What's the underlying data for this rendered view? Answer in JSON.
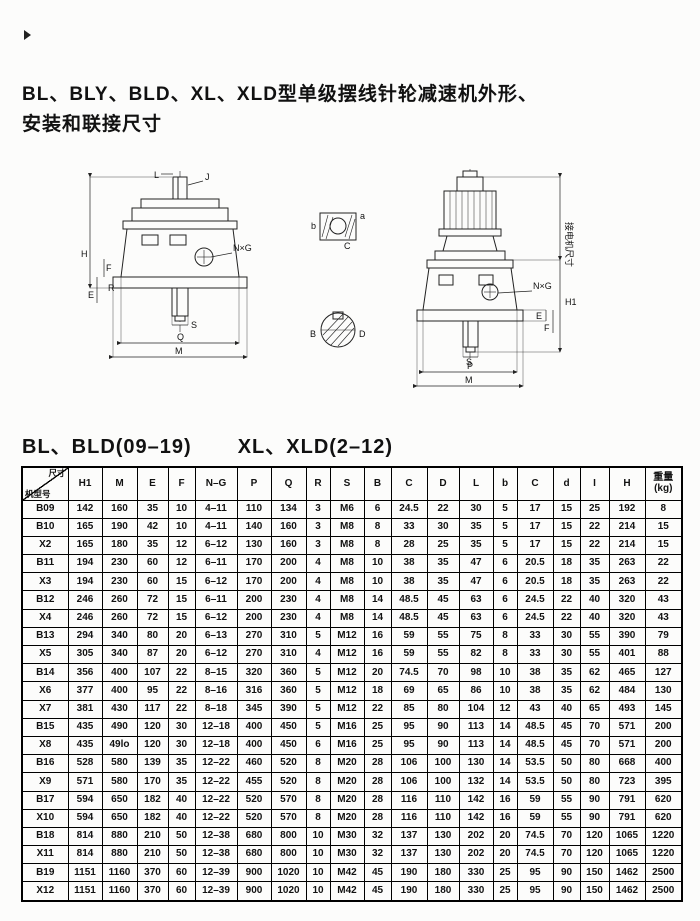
{
  "page": {
    "title_line1": "BL、BLY、BLD、XL、XLD型单级摆线针轮减速机外形、",
    "title_line2": "安装和联接尺寸",
    "subtitle_left": "BL、BLD(09–19)",
    "subtitle_right": "XL、XLD(2–12)"
  },
  "labels": {
    "L": "L",
    "J": "J",
    "H": "H",
    "F": "F",
    "E": "E",
    "R": "R",
    "S": "S",
    "Q": "Q",
    "M": "M",
    "NxG": "N×G",
    "b": "b",
    "a": "a",
    "C": "C",
    "B": "B",
    "D": "D",
    "P": "P",
    "H1": "H1",
    "motor_dim": "接电机尺寸"
  },
  "table": {
    "corner_top": "尺寸",
    "corner_bottom": "机型号",
    "columns": [
      "H1",
      "M",
      "E",
      "F",
      "N–G",
      "P",
      "Q",
      "R",
      "S",
      "B",
      "C",
      "D",
      "L",
      "b",
      "C",
      "d",
      "I",
      "H",
      "重量\n(kg)"
    ],
    "rows": [
      {
        "model": "B09",
        "values": [
          "142",
          "160",
          "35",
          "10",
          "4–11",
          "110",
          "134",
          "3",
          "M6",
          "6",
          "24.5",
          "22",
          "30",
          "5",
          "17",
          "15",
          "25",
          "192",
          "8"
        ]
      },
      {
        "model": "B10",
        "values": [
          "165",
          "190",
          "42",
          "10",
          "4–11",
          "140",
          "160",
          "3",
          "M8",
          "8",
          "33",
          "30",
          "35",
          "5",
          "17",
          "15",
          "22",
          "214",
          "15"
        ]
      },
      {
        "model": "X2",
        "values": [
          "165",
          "180",
          "35",
          "12",
          "6–12",
          "130",
          "160",
          "3",
          "M8",
          "8",
          "28",
          "25",
          "35",
          "5",
          "17",
          "15",
          "22",
          "214",
          "15"
        ]
      },
      {
        "model": "B11",
        "values": [
          "194",
          "230",
          "60",
          "12",
          "6–11",
          "170",
          "200",
          "4",
          "M8",
          "10",
          "38",
          "35",
          "47",
          "6",
          "20.5",
          "18",
          "35",
          "263",
          "22"
        ]
      },
      {
        "model": "X3",
        "values": [
          "194",
          "230",
          "60",
          "15",
          "6–12",
          "170",
          "200",
          "4",
          "M8",
          "10",
          "38",
          "35",
          "47",
          "6",
          "20.5",
          "18",
          "35",
          "263",
          "22"
        ]
      },
      {
        "model": "B12",
        "values": [
          "246",
          "260",
          "72",
          "15",
          "6–11",
          "200",
          "230",
          "4",
          "M8",
          "14",
          "48.5",
          "45",
          "63",
          "6",
          "24.5",
          "22",
          "40",
          "320",
          "43"
        ]
      },
      {
        "model": "X4",
        "values": [
          "246",
          "260",
          "72",
          "15",
          "6–12",
          "200",
          "230",
          "4",
          "M8",
          "14",
          "48.5",
          "45",
          "63",
          "6",
          "24.5",
          "22",
          "40",
          "320",
          "43"
        ]
      },
      {
        "model": "B13",
        "values": [
          "294",
          "340",
          "80",
          "20",
          "6–13",
          "270",
          "310",
          "5",
          "M12",
          "16",
          "59",
          "55",
          "75",
          "8",
          "33",
          "30",
          "55",
          "390",
          "79"
        ]
      },
      {
        "model": "X5",
        "values": [
          "305",
          "340",
          "87",
          "20",
          "6–12",
          "270",
          "310",
          "4",
          "M12",
          "16",
          "59",
          "55",
          "82",
          "8",
          "33",
          "30",
          "55",
          "401",
          "88"
        ]
      },
      {
        "model": "B14",
        "values": [
          "356",
          "400",
          "107",
          "22",
          "8–15",
          "320",
          "360",
          "5",
          "M12",
          "20",
          "74.5",
          "70",
          "98",
          "10",
          "38",
          "35",
          "62",
          "465",
          "127"
        ]
      },
      {
        "model": "X6",
        "values": [
          "377",
          "400",
          "95",
          "22",
          "8–16",
          "316",
          "360",
          "5",
          "M12",
          "18",
          "69",
          "65",
          "86",
          "10",
          "38",
          "35",
          "62",
          "484",
          "130"
        ]
      },
      {
        "model": "X7",
        "values": [
          "381",
          "430",
          "117",
          "22",
          "8–18",
          "345",
          "390",
          "5",
          "M12",
          "22",
          "85",
          "80",
          "104",
          "12",
          "43",
          "40",
          "65",
          "493",
          "145"
        ]
      },
      {
        "model": "B15",
        "values": [
          "435",
          "490",
          "120",
          "30",
          "12–18",
          "400",
          "450",
          "5",
          "M16",
          "25",
          "95",
          "90",
          "113",
          "14",
          "48.5",
          "45",
          "70",
          "571",
          "200"
        ]
      },
      {
        "model": "X8",
        "values": [
          "435",
          "49lo",
          "120",
          "30",
          "12–18",
          "400",
          "450",
          "6",
          "M16",
          "25",
          "95",
          "90",
          "113",
          "14",
          "48.5",
          "45",
          "70",
          "571",
          "200"
        ]
      },
      {
        "model": "B16",
        "values": [
          "528",
          "580",
          "139",
          "35",
          "12–22",
          "460",
          "520",
          "8",
          "M20",
          "28",
          "106",
          "100",
          "130",
          "14",
          "53.5",
          "50",
          "80",
          "668",
          "400"
        ]
      },
      {
        "model": "X9",
        "values": [
          "571",
          "580",
          "170",
          "35",
          "12–22",
          "455",
          "520",
          "8",
          "M20",
          "28",
          "106",
          "100",
          "132",
          "14",
          "53.5",
          "50",
          "80",
          "723",
          "395"
        ]
      },
      {
        "model": "B17",
        "values": [
          "594",
          "650",
          "182",
          "40",
          "12–22",
          "520",
          "570",
          "8",
          "M20",
          "28",
          "116",
          "110",
          "142",
          "16",
          "59",
          "55",
          "90",
          "791",
          "620"
        ]
      },
      {
        "model": "X10",
        "values": [
          "594",
          "650",
          "182",
          "40",
          "12–22",
          "520",
          "570",
          "8",
          "M20",
          "28",
          "116",
          "110",
          "142",
          "16",
          "59",
          "55",
          "90",
          "791",
          "620"
        ]
      },
      {
        "model": "B18",
        "values": [
          "814",
          "880",
          "210",
          "50",
          "12–38",
          "680",
          "800",
          "10",
          "M30",
          "32",
          "137",
          "130",
          "202",
          "20",
          "74.5",
          "70",
          "120",
          "1065",
          "1220"
        ]
      },
      {
        "model": "X11",
        "values": [
          "814",
          "880",
          "210",
          "50",
          "12–38",
          "680",
          "800",
          "10",
          "M30",
          "32",
          "137",
          "130",
          "202",
          "20",
          "74.5",
          "70",
          "120",
          "1065",
          "1220"
        ]
      },
      {
        "model": "B19",
        "values": [
          "1151",
          "1160",
          "370",
          "60",
          "12–39",
          "900",
          "1020",
          "10",
          "M42",
          "45",
          "190",
          "180",
          "330",
          "25",
          "95",
          "90",
          "150",
          "1462",
          "2500"
        ]
      },
      {
        "model": "X12",
        "values": [
          "1151",
          "1160",
          "370",
          "60",
          "12–39",
          "900",
          "1020",
          "10",
          "M42",
          "45",
          "190",
          "180",
          "330",
          "25",
          "95",
          "90",
          "150",
          "1462",
          "2500"
        ]
      }
    ]
  }
}
